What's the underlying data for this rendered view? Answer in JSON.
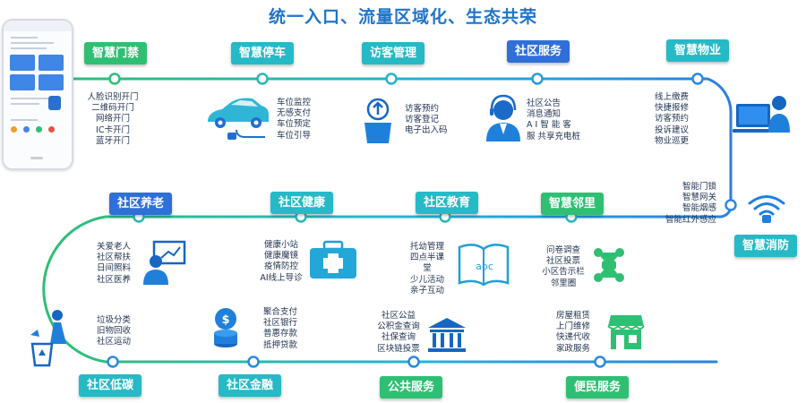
{
  "title": "统一入口、流量区域化、生态共荣",
  "colors": {
    "green": "#2fbf73",
    "teal": "#26b9c6",
    "blue": "#2f6fd8",
    "path": "#2a8fe0",
    "icon": "#1766c2"
  },
  "nodes": [
    {
      "key": "gate",
      "label": "智慧门禁",
      "color": "green",
      "items": [
        "人脸识别开门",
        "二维码开门",
        "网络开门",
        "IC卡开门",
        "蓝牙开门"
      ]
    },
    {
      "key": "parking",
      "label": "智慧停车",
      "color": "teal",
      "items": [
        "车位监控",
        "无感支付",
        "车位预定",
        "车位引导"
      ]
    },
    {
      "key": "visitor",
      "label": "访客管理",
      "color": "teal",
      "items": [
        "访客预约",
        "访客登记",
        "电子出入码"
      ]
    },
    {
      "key": "service",
      "label": "社区服务",
      "color": "blue",
      "items": [
        "社区公告",
        "消息通知",
        "A I 智 能 客",
        "服 共享充电桩"
      ]
    },
    {
      "key": "property",
      "label": "智慧物业",
      "color": "teal",
      "items": [
        "线上缴费",
        "快捷报修",
        "访客预约",
        "投诉建议",
        "物业巡更"
      ]
    },
    {
      "key": "fire",
      "label": "智慧消防",
      "color": "teal",
      "items": [
        "智能门锁",
        "智慧网关",
        "智能烟感",
        "智能红外感应"
      ]
    },
    {
      "key": "neighbor",
      "label": "智慧邻里",
      "color": "green",
      "items": [
        "问卷调查",
        "社区投票",
        "小区告示栏",
        "邻里圈"
      ]
    },
    {
      "key": "education",
      "label": "社区教育",
      "color": "teal",
      "items": [
        "托幼管理",
        "四点半课",
        "堂",
        "少儿活动",
        "亲子互动"
      ]
    },
    {
      "key": "health",
      "label": "社区健康",
      "color": "teal",
      "items": [
        "健康小站",
        "健康魔镜",
        "疫情防控",
        "AI线上导诊"
      ]
    },
    {
      "key": "elderly",
      "label": "社区养老",
      "color": "blue",
      "items": [
        "关爱老人",
        "社区帮扶",
        "日间照料",
        "社区医养"
      ]
    },
    {
      "key": "lowcarbon",
      "label": "社区低碳",
      "color": "teal",
      "items": [
        "垃圾分类",
        "旧物回收",
        "社区运动"
      ]
    },
    {
      "key": "finance",
      "label": "社区金融",
      "color": "teal",
      "items": [
        "聚合支付",
        "社区银行",
        "普惠存款",
        "抵押贷款"
      ]
    },
    {
      "key": "public",
      "label": "公共服务",
      "color": "green",
      "items": [
        "社区公益",
        "公积金查询",
        "社保查询",
        "区块链投票"
      ]
    },
    {
      "key": "convenience",
      "label": "便民服务",
      "color": "green",
      "items": [
        "房屋租赁",
        "上门维修",
        "快递代收",
        "家政服务"
      ]
    }
  ],
  "icons": [
    "phone-app-icon",
    "car-icon",
    "visitor-upload-icon",
    "customer-service-icon",
    "computer-user-icon",
    "wifi-signal-icon",
    "people-network-icon",
    "book-abc-icon",
    "first-aid-kit-icon",
    "teacher-board-icon",
    "trash-recycle-icon",
    "coin-stack-icon",
    "bank-building-icon",
    "storefront-icon"
  ]
}
